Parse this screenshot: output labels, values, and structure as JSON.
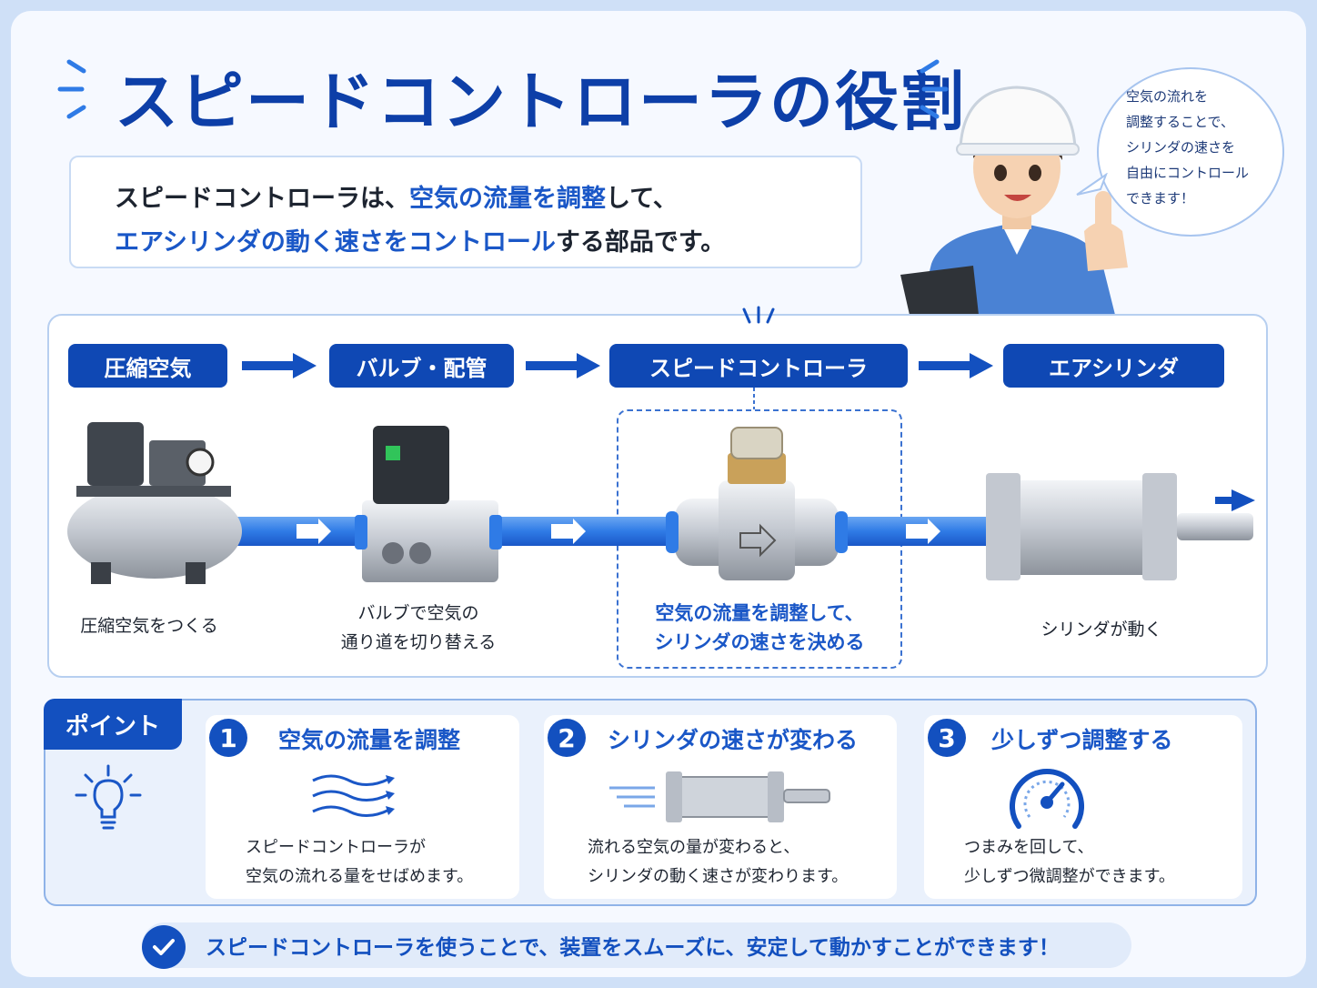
{
  "title": "スピードコントローラの役割",
  "intro": {
    "line1_pre": "スピードコントローラは、",
    "line1_hl": "空気の流量を調整",
    "line1_post": "して、",
    "line2_hl": "エアシリンダの動く速さをコントロール",
    "line2_post": "する部品です。"
  },
  "bubble": {
    "lines": [
      "空気の流れを",
      "調整することで、",
      "シリンダの速さを",
      "自由にコントロール",
      "できます！"
    ]
  },
  "flow": {
    "steps": [
      {
        "label": "圧縮空気",
        "caption": [
          "圧縮空気をつくる"
        ]
      },
      {
        "label": "バルブ・配管",
        "caption": [
          "バルブで空気の",
          "通り道を切り替える"
        ]
      },
      {
        "label": "スピードコントローラ",
        "caption": [
          "空気の流量を調整して、",
          "シリンダの速さを決める"
        ]
      },
      {
        "label": "エアシリンダ",
        "caption": [
          "シリンダが動く"
        ]
      }
    ]
  },
  "points": {
    "tag": "ポイント",
    "items": [
      {
        "num": "1",
        "title": "空気の流量を調整",
        "text": [
          "スピードコントローラが",
          "空気の流れる量をせばめます。"
        ],
        "icon": "airflow-icon"
      },
      {
        "num": "2",
        "title": "シリンダの速さが変わる",
        "text": [
          "流れる空気の量が変わると、",
          "シリンダの動く速さが変わります。"
        ],
        "icon": "cylinder-icon"
      },
      {
        "num": "3",
        "title": "少しずつ調整する",
        "text": [
          "つまみを回して、",
          "少しずつ微調整ができます。"
        ],
        "icon": "gauge-icon"
      }
    ]
  },
  "bottom": "スピードコントローラを使うことで、装置をスムーズに、安定して動かすことができます！",
  "colors": {
    "primary": "#1350bf",
    "accent": "#1a57c7",
    "pipe": "#2f7be6"
  }
}
